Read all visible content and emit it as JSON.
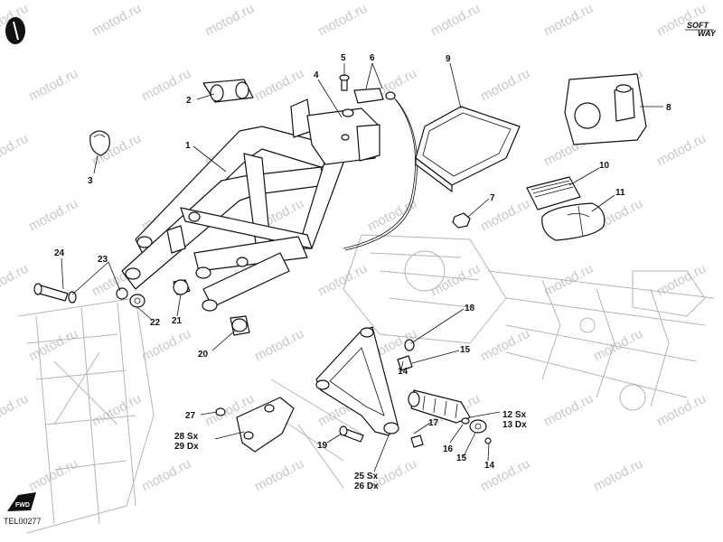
{
  "watermark": {
    "text": "motod.ru"
  },
  "brand": {
    "line1": "SOFT",
    "line2": "WAY"
  },
  "drawing_code": "TEL00277",
  "fwd_label": "FWD",
  "callouts": [
    {
      "id": "c1",
      "text": "1"
    },
    {
      "id": "c2",
      "text": "2"
    },
    {
      "id": "c3",
      "text": "3"
    },
    {
      "id": "c4",
      "text": "4"
    },
    {
      "id": "c5",
      "text": "5"
    },
    {
      "id": "c6",
      "text": "6"
    },
    {
      "id": "c7",
      "text": "7"
    },
    {
      "id": "c8",
      "text": "8"
    },
    {
      "id": "c9",
      "text": "9"
    },
    {
      "id": "c10",
      "text": "10"
    },
    {
      "id": "c11",
      "text": "11"
    },
    {
      "id": "c12",
      "text": "12 Sx"
    },
    {
      "id": "c13",
      "text": "13 Dx"
    },
    {
      "id": "c14a",
      "text": "14"
    },
    {
      "id": "c14b",
      "text": "14"
    },
    {
      "id": "c15a",
      "text": "15"
    },
    {
      "id": "c15b",
      "text": "15"
    },
    {
      "id": "c16",
      "text": "16"
    },
    {
      "id": "c17",
      "text": "17"
    },
    {
      "id": "c18",
      "text": "18"
    },
    {
      "id": "c19",
      "text": "19"
    },
    {
      "id": "c20",
      "text": "20"
    },
    {
      "id": "c21",
      "text": "21"
    },
    {
      "id": "c22",
      "text": "22"
    },
    {
      "id": "c23",
      "text": "23"
    },
    {
      "id": "c24",
      "text": "24"
    },
    {
      "id": "c25",
      "text": "25 Sx"
    },
    {
      "id": "c26",
      "text": "26 Dx"
    },
    {
      "id": "c27",
      "text": "27"
    },
    {
      "id": "c28",
      "text": "28 Sx"
    },
    {
      "id": "c29",
      "text": "29 Dx"
    }
  ]
}
